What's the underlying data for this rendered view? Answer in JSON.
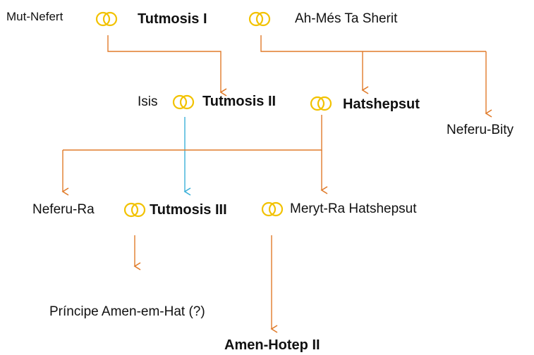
{
  "colors": {
    "arrow_primary": "#E07B2A",
    "arrow_secondary": "#3BB0D8",
    "marriage_ring": "#F2C200",
    "text": "#111111"
  },
  "icons": {
    "marriage": "interlocking-rings-icon"
  },
  "people": {
    "mut_nefert": "Mut-Nefert",
    "tutmosis_i": "Tutmosis I",
    "ah_mes": "Ah-Més Ta Sherit",
    "isis": "Isis",
    "tutmosis_ii": "Tutmosis II",
    "hatshepsut": "Hatshepsut",
    "neferu_bity": "Neferu-Bity",
    "neferu_ra": "Neferu-Ra",
    "tutmosis_iii": "Tutmosis III",
    "meryt_ra": "Meryt-Ra Hatshepsut",
    "amen_em_hat": "Príncipe Amen-em-Hat (?)",
    "amen_hotep_ii": "Amen-Hotep II"
  }
}
